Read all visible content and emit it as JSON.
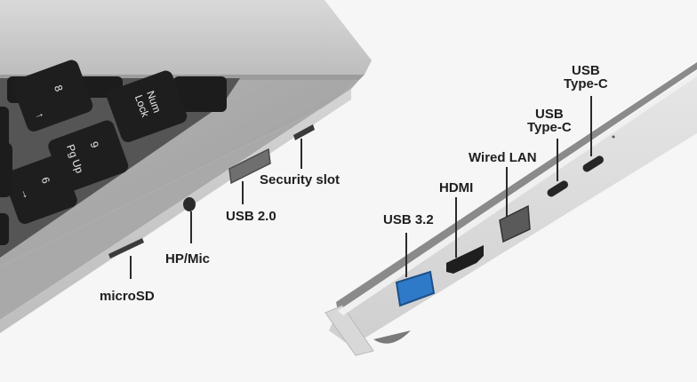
{
  "keyboard": {
    "keys": [
      {
        "name": "num-8",
        "text": "8"
      },
      {
        "name": "num-up-arrow",
        "text": "↑"
      },
      {
        "name": "num-lock",
        "line1": "Num",
        "line2": "Lock"
      },
      {
        "name": "num-9",
        "text": "9"
      },
      {
        "name": "num-pgup",
        "text": "Pg Up"
      },
      {
        "name": "num-6",
        "text": "6"
      },
      {
        "name": "num-right-arrow",
        "text": "→"
      }
    ]
  },
  "labels": {
    "microsd": "microSD",
    "hp_mic": "HP/Mic",
    "usb2": "USB 2.0",
    "security_slot": "Security slot",
    "usb32": "USB 3.2",
    "hdmi": "HDMI",
    "wired_lan": "Wired LAN",
    "usbc_1_line1": "USB",
    "usbc_1_line2": "Type-C",
    "usbc_2_line1": "USB",
    "usbc_2_line2": "Type-C"
  },
  "colors": {
    "background": "#f6f6f6",
    "chassis": "#c9c9c9",
    "keys": "#1c1c1c",
    "usb32_accent": "#2f7ac8",
    "label_text": "#1e1e1e"
  }
}
